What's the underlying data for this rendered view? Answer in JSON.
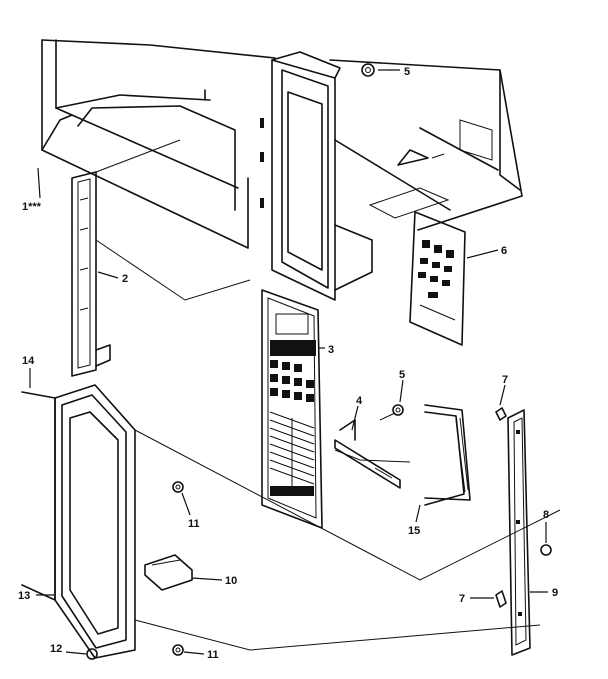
{
  "callouts": {
    "c1": "1***",
    "c2": "2",
    "c3": "3",
    "c4": "4",
    "c5a": "5",
    "c5b": "5",
    "c6": "6",
    "c7a": "7",
    "c7b": "7",
    "c8": "8",
    "c9": "9",
    "c10": "10",
    "c11a": "11",
    "c11b": "11",
    "c12": "12",
    "c13": "13",
    "c14": "14",
    "c15": "15"
  }
}
